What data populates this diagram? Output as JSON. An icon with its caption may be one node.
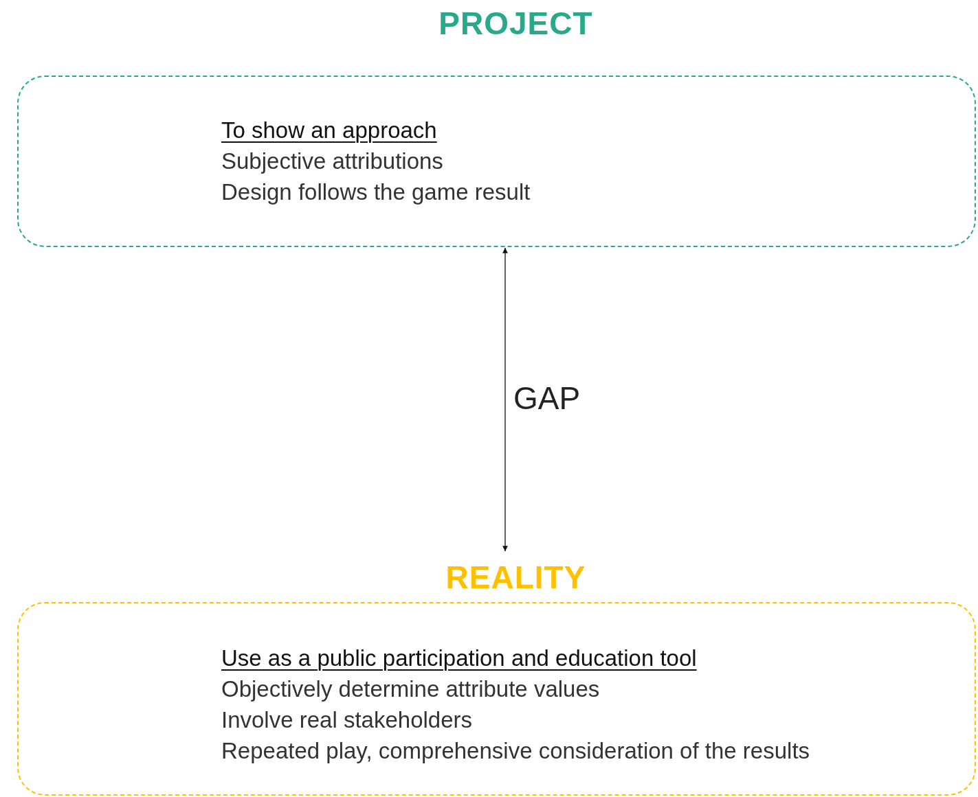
{
  "diagram": {
    "nodes": [
      {
        "text": [
          "PROJECT",
          "To show an approach",
          "Subjective attributions",
          "Design follows the game result"
        ]
      },
      {
        "text": [
          "REALITY",
          "Use as a public participation and education tool",
          "Objectively determine attribute values",
          "Involve real stakeholders",
          "Repeated play, comprehensive consideration of the results"
        ]
      }
    ],
    "edges": [
      {
        "from": 0,
        "to": 1,
        "arrow": "both",
        "label": "GAP"
      }
    ]
  }
}
